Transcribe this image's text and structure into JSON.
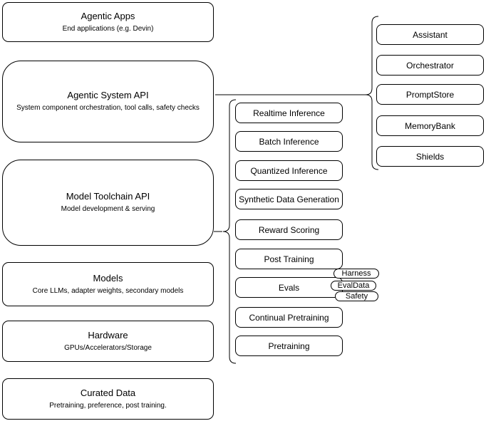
{
  "diagram": {
    "layers": [
      {
        "title": "Agentic Apps",
        "subtitle": "End applications (e.g. Devin)"
      },
      {
        "title": "Agentic System API",
        "subtitle": "System component orchestration, tool calls, safety checks"
      },
      {
        "title": "Model Toolchain API",
        "subtitle": "Model development & serving"
      },
      {
        "title": "Models",
        "subtitle": "Core LLMs, adapter weights, secondary models"
      },
      {
        "title": "Hardware",
        "subtitle": "GPUs/Accelerators/Storage"
      },
      {
        "title": "Curated Data",
        "subtitle": "Pretraining, preference, post training."
      }
    ],
    "toolchain_services": [
      "Realtime Inference",
      "Batch Inference",
      "Quantized Inference",
      "Synthetic Data Generation",
      "Reward Scoring",
      "Post Training",
      "Evals",
      "Continual Pretraining",
      "Pretraining"
    ],
    "evals_tags": [
      "Harness",
      "EvalData",
      "Safety"
    ],
    "system_components": [
      "Assistant",
      "Orchestrator",
      "PromptStore",
      "MemoryBank",
      "Shields"
    ],
    "colors": {
      "line": "#000000",
      "background": "#ffffff",
      "text": "#000000"
    }
  }
}
